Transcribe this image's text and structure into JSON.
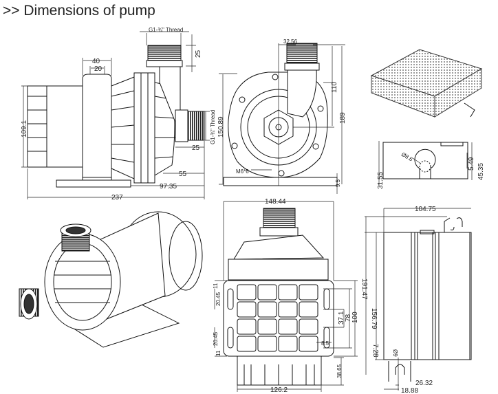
{
  "title": ">> Dimensions of pump",
  "side_view": {
    "thread_top": "G1-¾\" Thread",
    "thread_side": "G1-¾\" Thread",
    "d40": "40",
    "d20": "20",
    "d25_top": "25",
    "d109_1": "109.1",
    "d25_side": "25",
    "d55": "55",
    "d97_35": "97.35",
    "d237": "237"
  },
  "front_view": {
    "d32_56": "32.56",
    "d150_89": "150.89",
    "d110": "110",
    "d189": "189",
    "m6": "M6*6",
    "d9_5": "9.5"
  },
  "bracket_view": {
    "phi8_6": "Ø8.6",
    "d5_49": "5.49",
    "d45_35": "45.35",
    "d31_55": "31.55"
  },
  "bottom_view": {
    "d148_44": "148.44",
    "d11_top": "11",
    "d20_45_top": "20.45",
    "d20_45_bot": "20.45",
    "d11_bot": "11",
    "d37_1": "37.1",
    "d78": "78",
    "d100": "100",
    "d8_5": "8.5",
    "d38_65": "38.65",
    "d126_2": "126.2"
  },
  "heater_side_view": {
    "d104_75": "104.75",
    "d156_79": "156.79",
    "d191_47": "191.47",
    "d7_28": "7.28",
    "phi9": "Ø9",
    "d26_32": "26.32",
    "d18_88": "18.88"
  }
}
